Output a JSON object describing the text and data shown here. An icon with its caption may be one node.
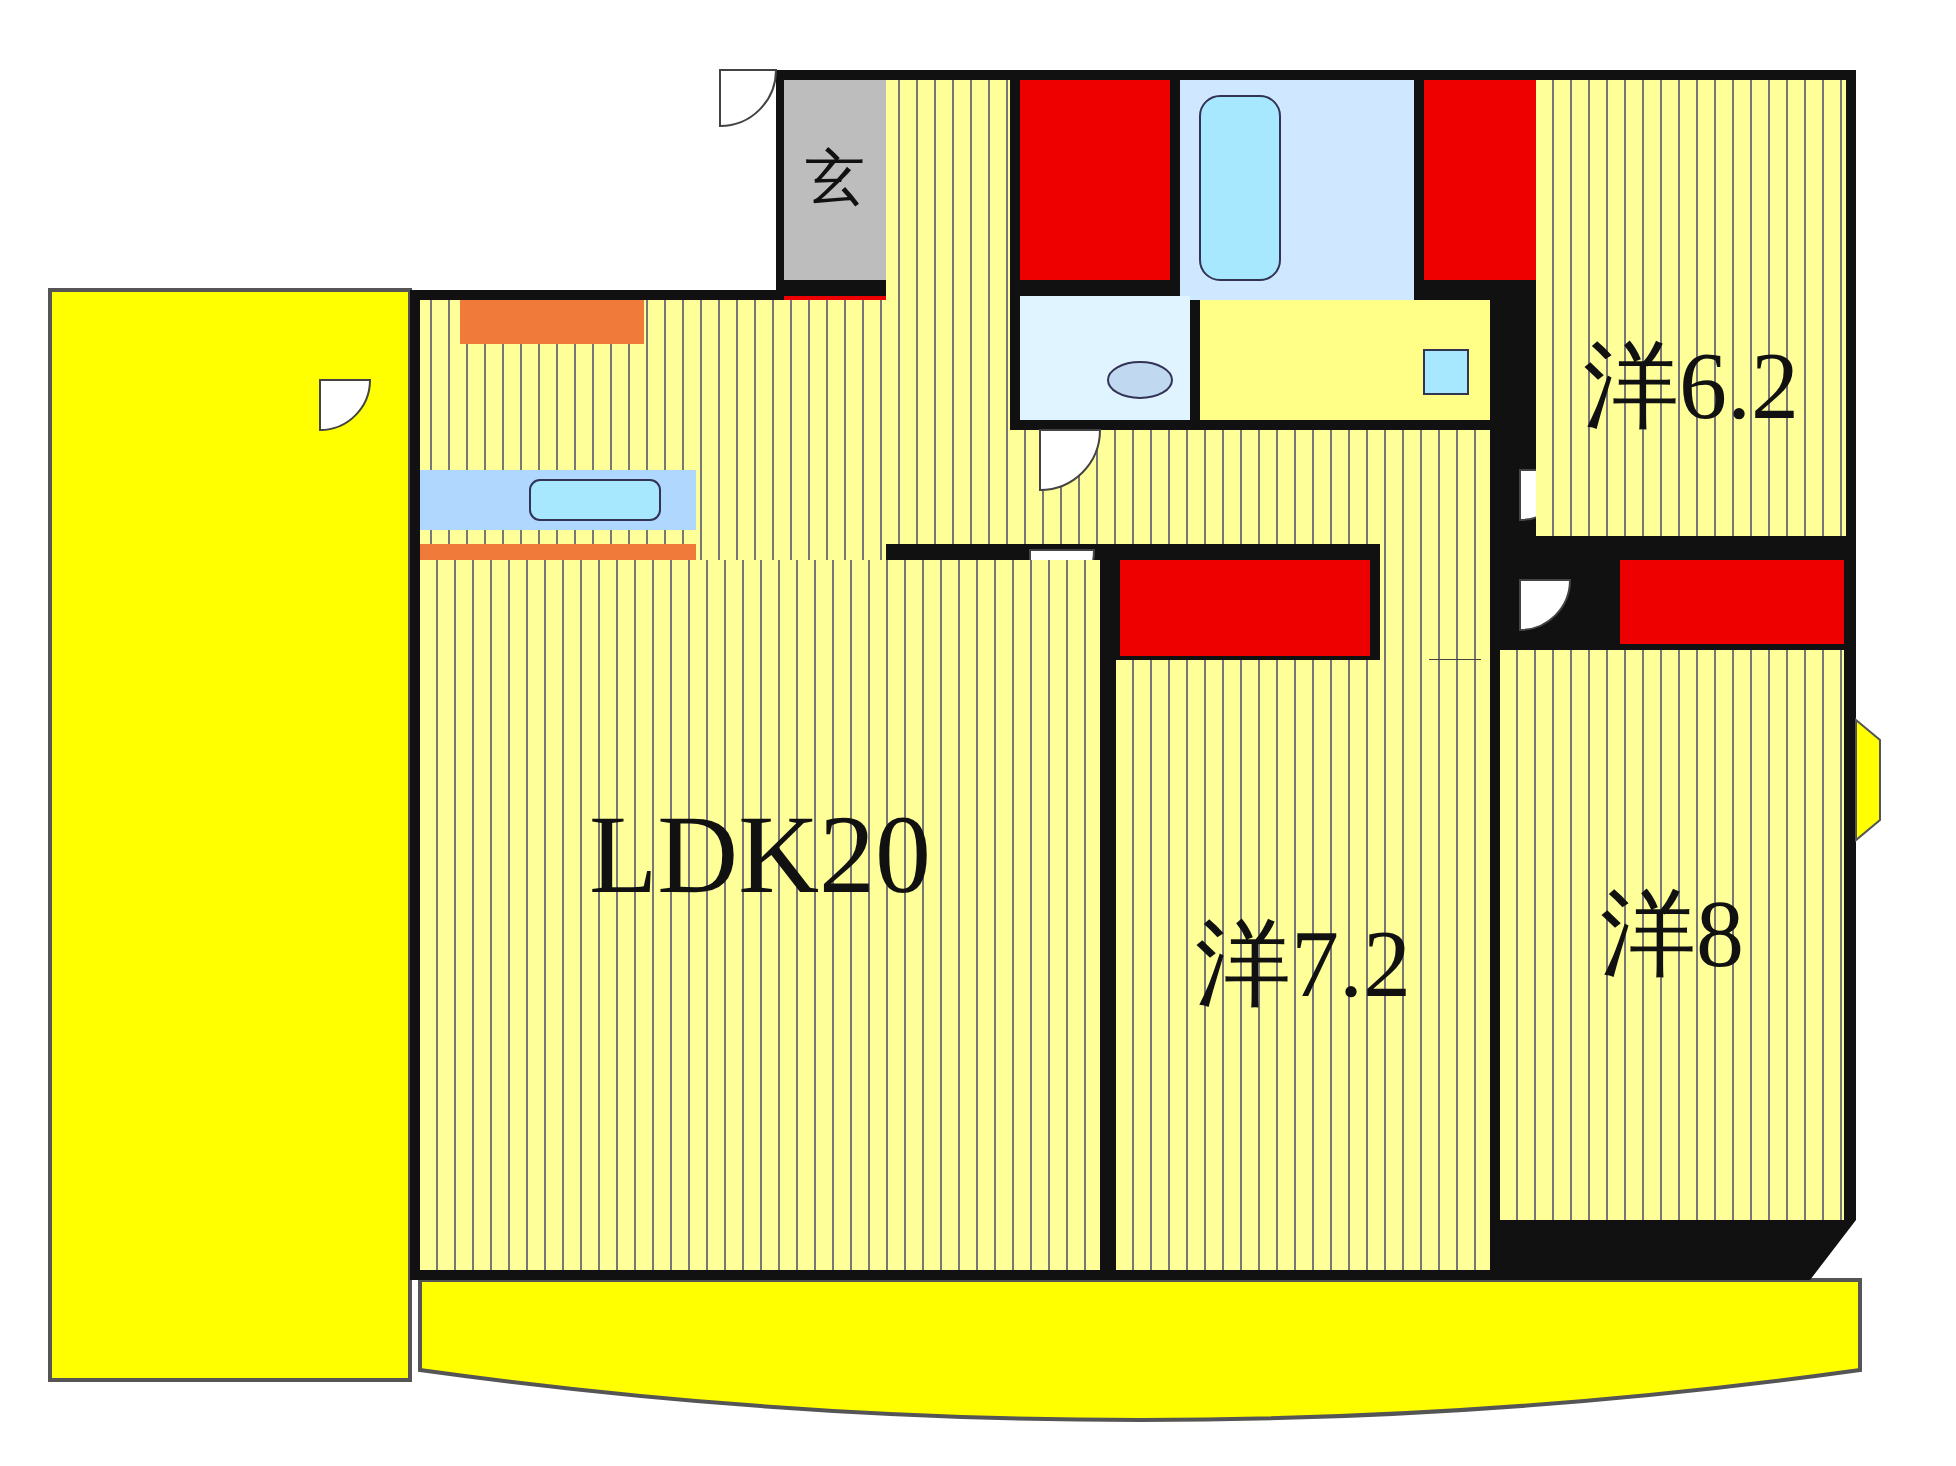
{
  "diagram": {
    "nodes": [
      {
        "text": [
          "玄"
        ]
      },
      {
        "text": [
          "洋6.2"
        ]
      },
      {
        "text": [
          "LDK20"
        ]
      },
      {
        "text": [
          "洋7.2"
        ]
      },
      {
        "text": [
          "洋8"
        ]
      }
    ]
  }
}
